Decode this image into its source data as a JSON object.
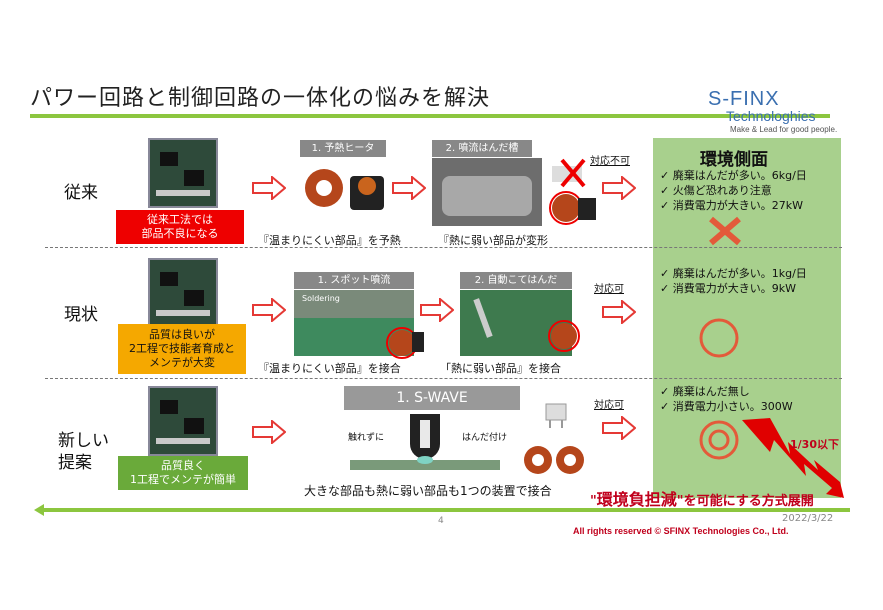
{
  "header": {
    "title": "パワー回路と制御回路の一体化の悩みを解決",
    "brand_line1": "S-FINX",
    "brand_line2": "Technologhies",
    "brand_tagline": "Make & Lead for good people."
  },
  "environment": {
    "heading": "環境側面",
    "conventional": [
      "✓ 廃棄はんだが多い。6kg/日",
      "✓ 火傷ど恐れあり注意",
      "✓ 消費電力が大きい。27kW"
    ],
    "current": [
      "✓ 廃棄はんだが多い。1kg/日",
      "✓ 消費電力が大きい。9kW"
    ],
    "proposal": [
      "✓ 廃棄はんだ無し",
      "✓ 消費電力小さい。300W"
    ]
  },
  "rows": {
    "conventional": {
      "label": "従来",
      "status": "従来工法では\n部品不良になる",
      "status_color": "#ee0000",
      "stage1_label": "1. 予熱ヒータ",
      "stage2_label": "2. 噴流はんだ槽",
      "caption1": "『温まりにくい部品』を予熱",
      "caption2": "『熱に弱い部品が変形",
      "support": "対応不可"
    },
    "current": {
      "label": "現状",
      "status": "品質は良いが\n2工程で技能者育成と\nメンテが大変",
      "status_color": "#f5a800",
      "stage1_label": "1. スポット噴流",
      "stage1_sub": "Soldering",
      "stage2_label": "2. 自動こてはんだ",
      "caption1": "『温まりにくい部品』を接合",
      "caption2": "「熱に弱い部品』を接合",
      "support": "対応可"
    },
    "proposal": {
      "label": "新しい\n提案",
      "status": "品質良く\n1工程でメンテが簡単",
      "status_color": "#6aaa3a",
      "stage_label": "1. S-WAVE",
      "note_left": "触れずに",
      "note_right": "はんだ付け",
      "caption": "大きな部品も熱に弱い部品も1つの装置で接合",
      "support": "対応可"
    }
  },
  "footer": {
    "eco_quote_open": "\"",
    "eco_big": "環境負担減",
    "eco_quote_close": "\"",
    "eco_rest": "を可能にする方式展開",
    "ratio": "1/30以下",
    "page": "4",
    "date": "2022/3/22",
    "copyright": "All rights reserved © SFINX Technologies Co., Ltd."
  },
  "colors": {
    "accent_green": "#8cc63f",
    "panel_green": "#a8d08d",
    "red": "#e53935",
    "brand_blue": "#3a6fb0"
  }
}
